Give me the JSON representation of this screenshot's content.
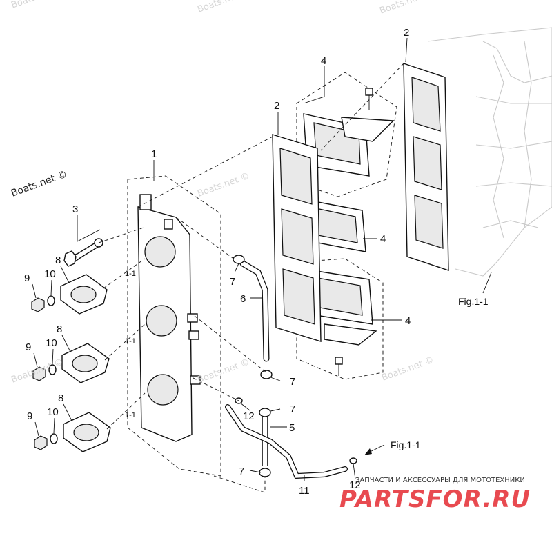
{
  "watermarks": {
    "top_left": "Boats.net ©",
    "top_center": "Boats.net ©",
    "top_right": "Boats.net ©",
    "left": "Boats.net ©",
    "center": "Boats.net ©",
    "right": "Boats.net ©",
    "bottom_left": "Boats.net ©",
    "bottom_center": "Boats.net ©"
  },
  "callouts": {
    "p1": "1",
    "p2_top": "2",
    "p2_mid": "2",
    "p3": "3",
    "p4_top": "4",
    "p4_mid": "4",
    "p4_low": "4",
    "p5": "5",
    "p6": "6",
    "p7_a": "7",
    "p7_b": "7",
    "p7_c": "7",
    "p7_d": "7",
    "p8_a": "8",
    "p8_b": "8",
    "p8_c": "8",
    "p9_a": "9",
    "p9_b": "9",
    "p9_c": "9",
    "p10_a": "10",
    "p10_b": "10",
    "p10_c": "10",
    "p11": "11",
    "p12_a": "12",
    "p12_b": "12",
    "sub_a": "1-1",
    "sub_b": "1-1",
    "sub_c": "1-1"
  },
  "fig_refs": {
    "right": "Fig.1-1",
    "bottom": "Fig.1-1"
  },
  "logo": {
    "tagline": "ЗАПЧАСТИ И АКСЕССУАРЫ ДЛЯ МОТОТЕХНИКИ",
    "brand": "PARTSFOR.RU"
  }
}
